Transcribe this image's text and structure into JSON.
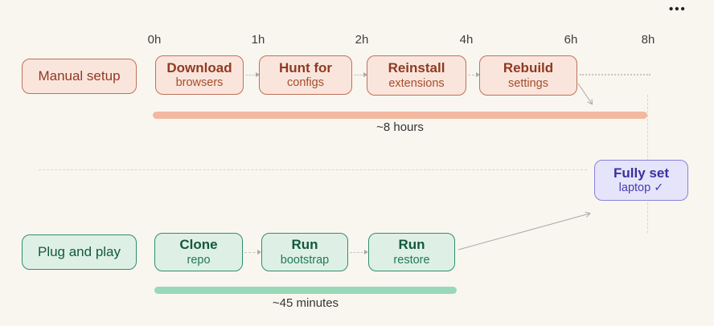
{
  "menu": {
    "icon": "•••"
  },
  "axis": {
    "ticks": [
      "0h",
      "1h",
      "2h",
      "4h",
      "6h",
      "8h"
    ]
  },
  "manual": {
    "label": "Manual setup",
    "steps": [
      {
        "title": "Download",
        "subtitle": "browsers"
      },
      {
        "title": "Hunt for",
        "subtitle": "configs"
      },
      {
        "title": "Reinstall",
        "subtitle": "extensions"
      },
      {
        "title": "Rebuild",
        "subtitle": "settings"
      }
    ],
    "duration": "~8 hours"
  },
  "fast": {
    "label": "Plug and play",
    "steps": [
      {
        "title": "Clone",
        "subtitle": "repo"
      },
      {
        "title": "Run",
        "subtitle": "bootstrap"
      },
      {
        "title": "Run",
        "subtitle": "restore"
      }
    ],
    "duration": "~45 minutes"
  },
  "result": {
    "title": "Fully set",
    "subtitle": "laptop ✓"
  },
  "theme": {
    "background": "#f9f6ef",
    "manual_bg": "#fae5dc",
    "manual_border": "#c0705a",
    "manual_title": "#8f3a22",
    "manual_subtitle": "#a44e2c",
    "manual_bar": "#f2b8a0",
    "fast_bg": "#def0e5",
    "fast_border": "#2f8f6d",
    "fast_title": "#14583f",
    "fast_subtitle": "#1f7a5a",
    "fast_bar": "#99d8b9",
    "result_bg": "#e6e4fa",
    "result_border": "#8881de",
    "result_title": "#39309e",
    "result_subtitle": "#453cb0",
    "axis_text": "#3d3d3d",
    "text_dark": "#353535",
    "line_gray": "#d9d5cc",
    "dot_gray": "#c9c5bc",
    "arrow_gray": "#a9a9a9",
    "menu_color": "#222222"
  }
}
